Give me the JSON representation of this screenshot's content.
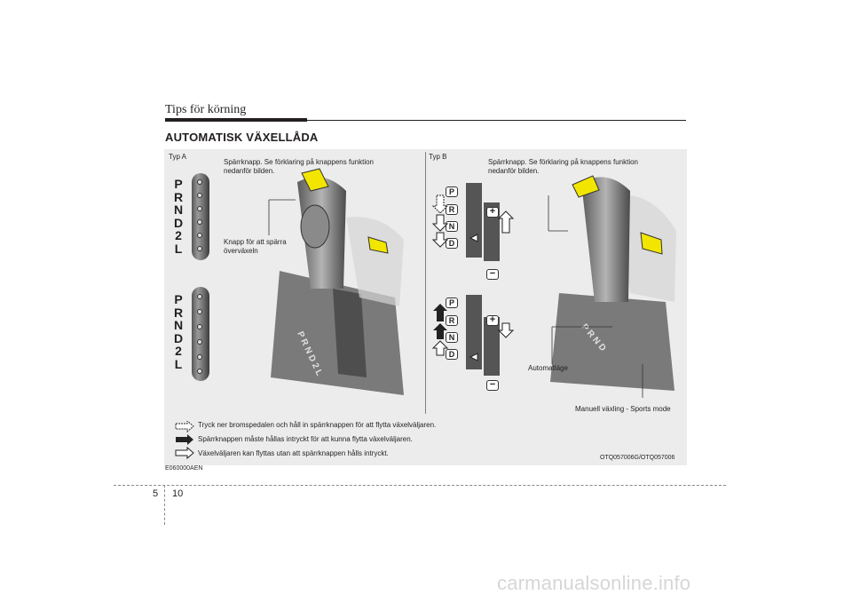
{
  "header": {
    "title": "Tips för körning"
  },
  "section": {
    "title": "AUTOMATISK VÄXELLÅDA"
  },
  "figure": {
    "typ_a": {
      "label": "Typ A",
      "callout_lock_button": "Spärrknapp. Se förklaring på knappens funktion nedanför bilden.",
      "callout_overdrive": "Knapp för att spärra överväxeln",
      "gears_top": [
        "P",
        "R",
        "N",
        "D",
        "2",
        "L"
      ],
      "gears_bottom": [
        "P",
        "R",
        "N",
        "D",
        "2",
        "L"
      ]
    },
    "typ_b": {
      "label": "Typ B",
      "callout_lock_button": "Spärrknapp. Se förklaring på knappens funktion nedanför bilden.",
      "gates": [
        "P",
        "R",
        "N",
        "D"
      ],
      "plus": "+",
      "minus": "−",
      "label_auto": "Automatläge",
      "label_manual": "Manuell växling - Sports mode"
    },
    "legend": [
      "Tryck ner bromspedalen och håll in spärrknappen för att flytta växelväljaren.",
      "Spärrknappen måste hållas intryckt för att kunna flytta växelväljaren.",
      "Växelväljaren kan flyttas utan att spärrknappen hålls intryckt."
    ],
    "figure_code": "OTQ057006G/OTQ057006",
    "section_code": "E060000AEN"
  },
  "footer": {
    "chapter": "5",
    "page": "10"
  },
  "watermark": "carmanualsonline.info",
  "colors": {
    "accent_arrow": "#f2e600",
    "panel": "#ececec"
  }
}
